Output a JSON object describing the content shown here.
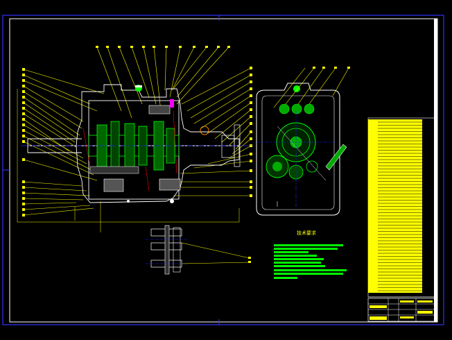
{
  "drawing": {
    "type": "CAD assembly drawing",
    "background_color": "#000000",
    "colors": {
      "frame": "#3333ff",
      "outline": "#ffffff",
      "leader": "#ffff00",
      "section": "#ff0000",
      "part": "#00ff00",
      "highlight": "#ff00ff",
      "centerline": "#2222ff"
    },
    "notes_title": "技术要求",
    "views": [
      "main-section-view",
      "side-view",
      "detail-view",
      "technical-notes",
      "parts-list",
      "title-block"
    ]
  }
}
